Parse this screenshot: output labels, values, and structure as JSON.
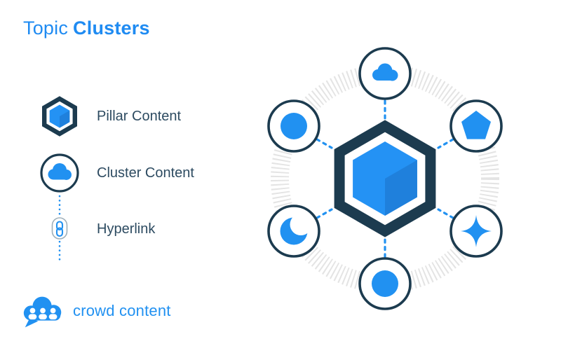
{
  "header": {
    "title_regular": "Topic",
    "title_bold": "Clusters"
  },
  "legend": {
    "items": [
      {
        "icon": "pillar-hexagon-icon",
        "label": "Pillar Content"
      },
      {
        "icon": "cluster-cloud-icon",
        "label": "Cluster Content"
      },
      {
        "icon": "hyperlink-chain-icon",
        "label": "Hyperlink"
      }
    ]
  },
  "diagram": {
    "center_icon": "pillar-cube-hexagon-icon",
    "satellites": [
      {
        "position": "top",
        "icon": "cloud-icon"
      },
      {
        "position": "top-right",
        "icon": "pentagon-icon"
      },
      {
        "position": "bottom-right",
        "icon": "four-point-star-icon"
      },
      {
        "position": "bottom",
        "icon": "dot-icon"
      },
      {
        "position": "bottom-left",
        "icon": "moon-icon"
      },
      {
        "position": "top-left",
        "icon": "dot-icon"
      }
    ],
    "connector_style": "blue-dashed-hyperlink",
    "orbit_style": "gray-hatched-ring"
  },
  "footer": {
    "brand_name": "crowd content"
  },
  "colors": {
    "primary_blue": "#2191F1",
    "title_blue": "#1F8BF2",
    "navy": "#1C3B4F",
    "label_text": "#2D4B61",
    "cube_face_dark": "#1F80DC",
    "hatch_gray": "#E4E4E4",
    "pill_border": "#9FB0BA"
  }
}
